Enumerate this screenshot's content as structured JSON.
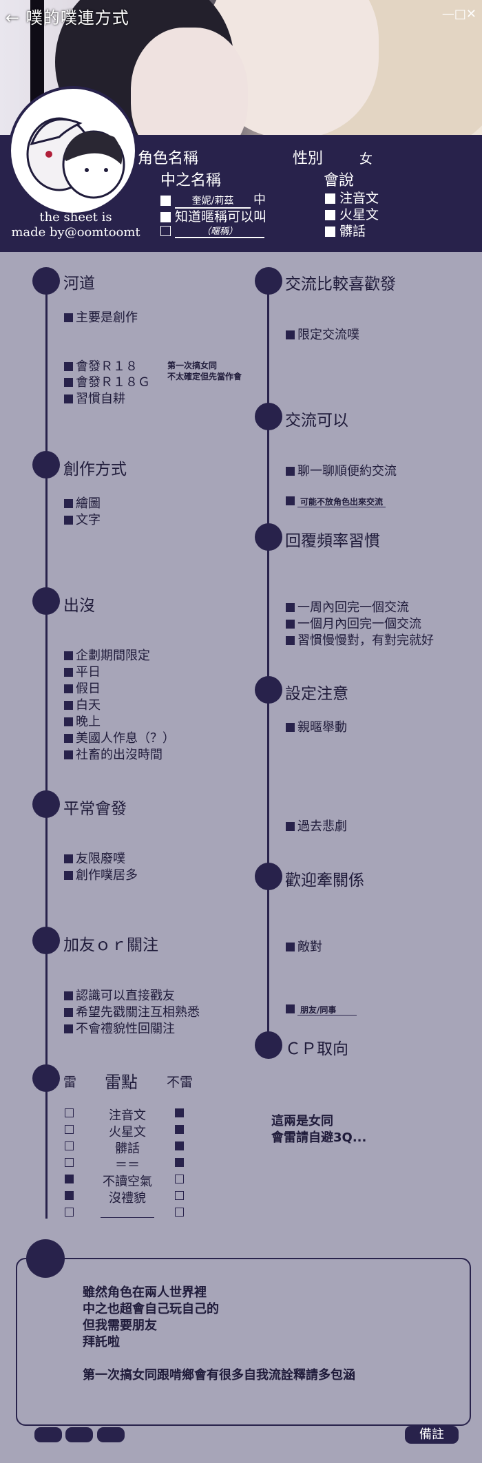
{
  "window": {
    "title": "← 噗的噗連方式",
    "controls": "—□✕"
  },
  "credit": [
    "the sheet is",
    "made by@oomtoomt"
  ],
  "header": {
    "role_name_label": "角色名稱",
    "gender_label": "性別",
    "gender_value": "女",
    "nakanohito_label": "中之名稱",
    "name_value": "奎妮/莉茲",
    "name_suffix": "中",
    "nickname_ok": "知道暱稱可以叫",
    "nickname_placeholder": "（暱稱）",
    "speak_label": "會說",
    "speak_options": [
      "注音文",
      "火星文",
      "髒話"
    ]
  },
  "left": {
    "river": {
      "title": "河道",
      "items": [
        "主要是創作",
        "會發Ｒ１８",
        "會發Ｒ１８Ｇ",
        "習慣自耕"
      ],
      "note": [
        "第一次搞女同",
        "不太確定但先當作會"
      ]
    },
    "creation": {
      "title": "創作方式",
      "items": [
        "繪圖",
        "文字"
      ]
    },
    "appear": {
      "title": "出沒",
      "items": [
        "企劃期間限定",
        "平日",
        "假日",
        "白天",
        "晚上",
        "美國人作息（？）",
        "社畜的出沒時間"
      ]
    },
    "posts": {
      "title": "平常會發",
      "items": [
        "友限廢噗",
        "創作噗居多"
      ]
    },
    "follow": {
      "title": "加友ｏｒ關注",
      "items": [
        "認識可以直接戳友",
        "希望先戳關注互相熟悉",
        "不會禮貌性回關注"
      ]
    },
    "mine": {
      "title": "雷點",
      "left_label": "雷",
      "right_label": "不雷",
      "rows": [
        "注音文",
        "火星文",
        "髒話",
        "＝＝",
        "不讀空氣",
        "沒禮貌",
        ""
      ]
    }
  },
  "right": {
    "prefer": {
      "title": "交流比較喜歡發",
      "items": [
        "限定交流噗"
      ]
    },
    "ok": {
      "title": "交流可以",
      "items": [
        "聊一聊順便約交流"
      ],
      "sub": "可能不放角色出來交流"
    },
    "reply": {
      "title": "回覆頻率習慣",
      "items": [
        "一周內回完一個交流",
        "一個月內回完一個交流",
        "習慣慢慢對，有對完就好"
      ]
    },
    "setting": {
      "title": "設定注意",
      "items": [
        "親暱舉動",
        "過去悲劇"
      ]
    },
    "relation": {
      "title": "歡迎牽關係",
      "items": [
        "敵對"
      ],
      "sub": "朋友/同事"
    },
    "cp": {
      "title": "ＣＰ取向",
      "note": [
        "這兩是女同",
        "會雷請自避3Q..."
      ]
    }
  },
  "bottom": {
    "lines": [
      "雖然角色在兩人世界裡",
      "中之也超會自己玩自己的",
      "但我需要朋友",
      "拜託啦",
      "",
      "第一次搞女同跟啃鄉會有很多自我流詮釋請多包涵"
    ],
    "remark": "備註"
  },
  "colors": {
    "navy": "#28224b",
    "bg": "#a7a5b8"
  }
}
